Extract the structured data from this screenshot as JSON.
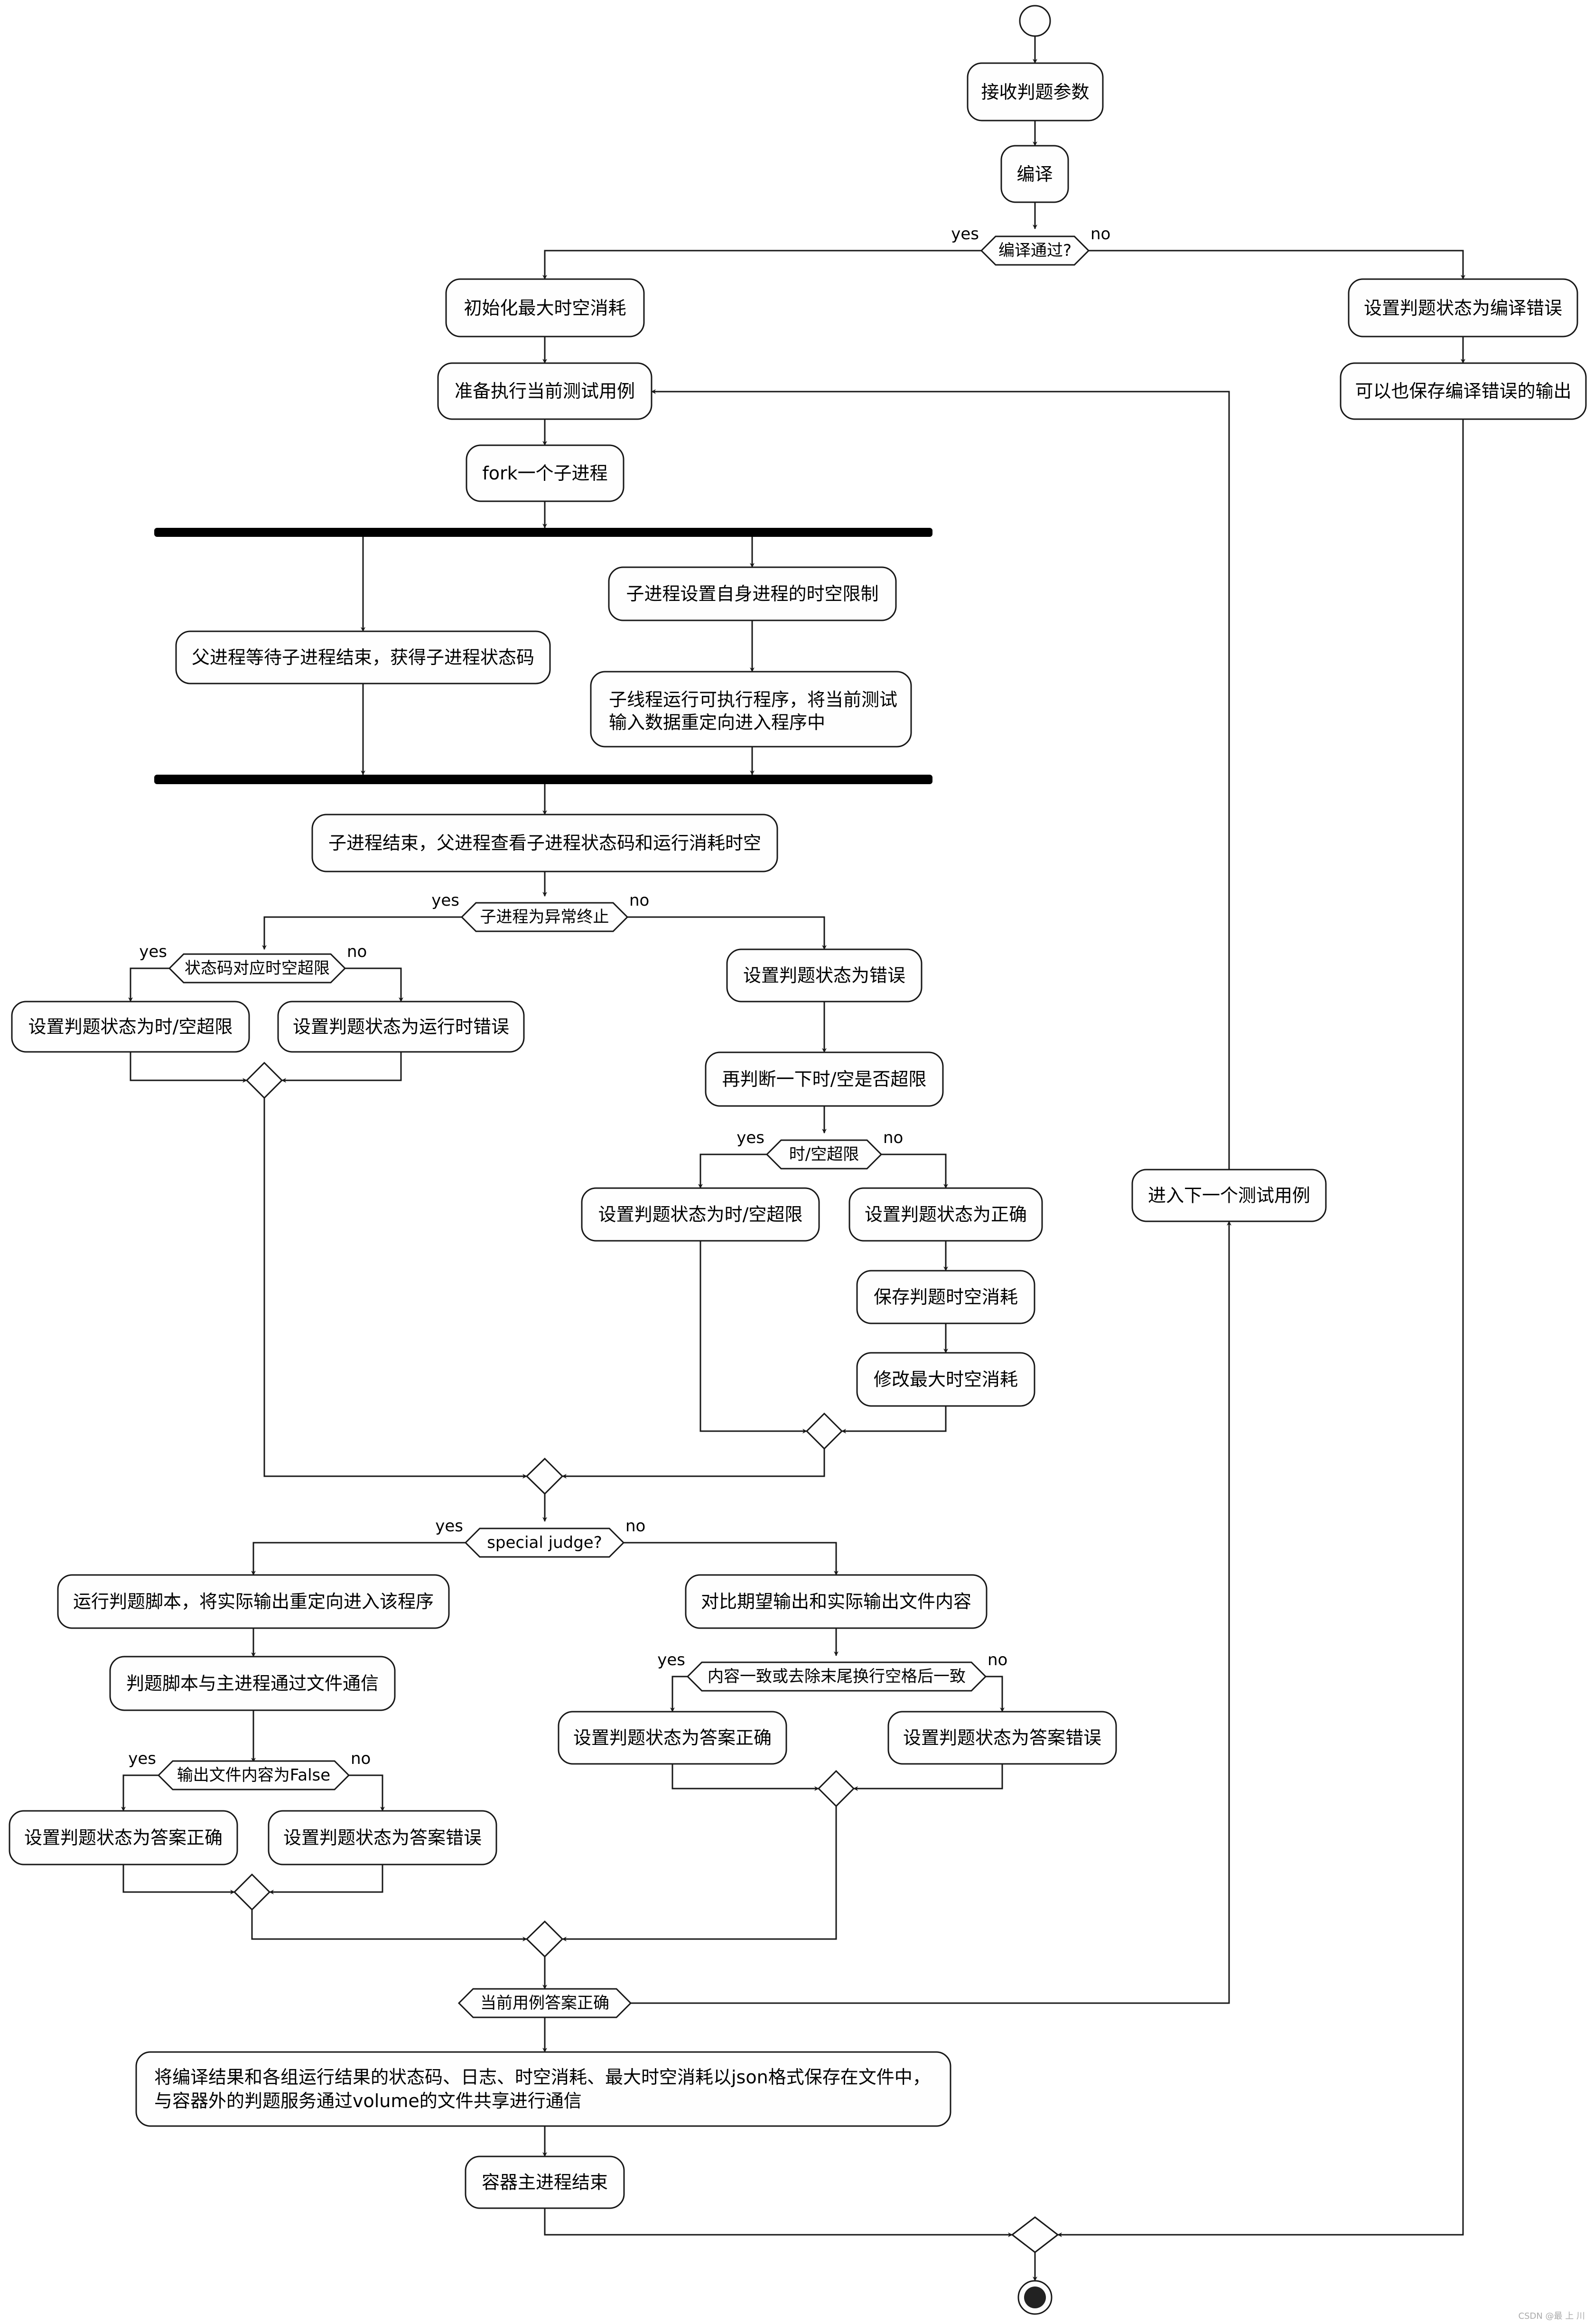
{
  "nodes": {
    "receive": "接收判题参数",
    "compile": "编译",
    "init": "初始化最大时空消耗",
    "prepare": "准备执行当前测试用例",
    "fork": "fork一个子进程",
    "parent_wait": "父进程等待子进程结束，获得子进程状态码",
    "child_limit": "子进程设置自身进程的时空限制",
    "child_run": [
      "子线程运行可执行程序，将当前测试",
      "输入数据重定向进入程序中"
    ],
    "child_end": "子进程结束，父进程查看子进程状态码和运行消耗时空",
    "set_tle_left": "设置判题状态为时/空超限",
    "set_re": "设置判题状态为运行时错误",
    "set_error": "设置判题状态为错误",
    "recheck": "再判断一下时/空是否超限",
    "set_tle_mid": "设置判题状态为时/空超限",
    "set_correct": "设置判题状态为正确",
    "save_usage": "保存判题时空消耗",
    "update_max": "修改最大时空消耗",
    "next_case": "进入下一个测试用例",
    "set_ce": "设置判题状态为编译错误",
    "save_ce": "可以也保存编译错误的输出",
    "run_spj": "运行判题脚本，将实际输出重定向进入该程序",
    "spj_comm": "判题脚本与主进程通过文件通信",
    "spj_ac": "设置判题状态为答案正确",
    "spj_wa": "设置判题状态为答案错误",
    "compare": "对比期望输出和实际输出文件内容",
    "cmp_ac": "设置判题状态为答案正确",
    "cmp_wa": "设置判题状态为答案错误",
    "save_json": [
      "将编译结果和各组运行结果的状态码、日志、时空消耗、最大时空消耗以json格式保存在文件中，",
      "与容器外的判题服务通过volume的文件共享进行通信"
    ],
    "container_end": "容器主进程结束"
  },
  "decisions": {
    "compiled": "编译通过?",
    "abnormal": "子进程为异常终止",
    "status_tle": "状态码对应时空超限",
    "tle_check": "时/空超限",
    "special": "special judge?",
    "spj_false": "输出文件内容为False",
    "same": "内容一致或去除末尾换行空格后一致",
    "loop": "当前用例答案正确"
  },
  "labels": {
    "yes": "yes",
    "no": "no"
  },
  "watermark": "CSDN @最 上 川"
}
